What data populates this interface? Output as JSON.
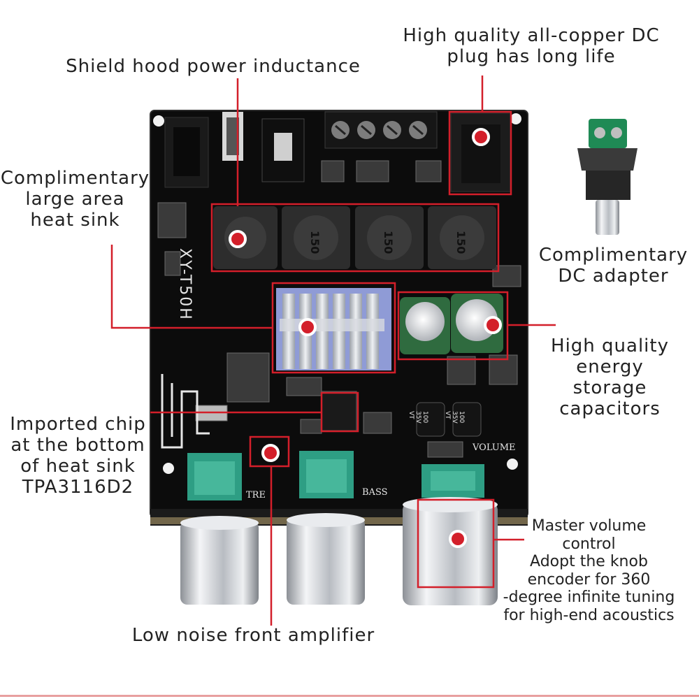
{
  "colors": {
    "callout": "#d31f2a",
    "board": "#0c0c0c",
    "board_edge": "#2a2a2a",
    "silkscreen": "#e6e6e6",
    "inductor": "#2d2d2d",
    "heatsink": "#cfd3d9",
    "heatsink_pad": "#8f9bd6",
    "capacitor": "#2f6b3f",
    "pot": "#2e9e84",
    "knob": "#cfd2d6",
    "terminal": "#1f8a55",
    "text": "#222222"
  },
  "labels": {
    "dc_plug": "High quality all-copper DC\nplug has long life",
    "inductance": "Shield hood power inductance",
    "heat_sink": "Complimentary\nlarge area\nheat sink",
    "adapter": "Complimentary\nDC adapter",
    "capacitors": "High quality\nenergy\nstorage\ncapacitors",
    "chip": "Imported chip\nat the bottom\nof heat sink\nTPA3116D2",
    "volume": "Master volume\ncontrol\nAdopt the knob\nencoder for 360\n-degree infinite tuning\nfor high-end acoustics",
    "preamp": "Low noise front amplifier"
  },
  "board": {
    "model": "XY-T50H",
    "inductor_value": "150",
    "cap_rating": "100\n35V\nVT",
    "tre": "TRE",
    "bass": "BASS",
    "volume": "VOLUME"
  },
  "icons": [
    "callout-dot-icon",
    "dc-adapter-icon",
    "bluetooth-antenna-icon"
  ]
}
